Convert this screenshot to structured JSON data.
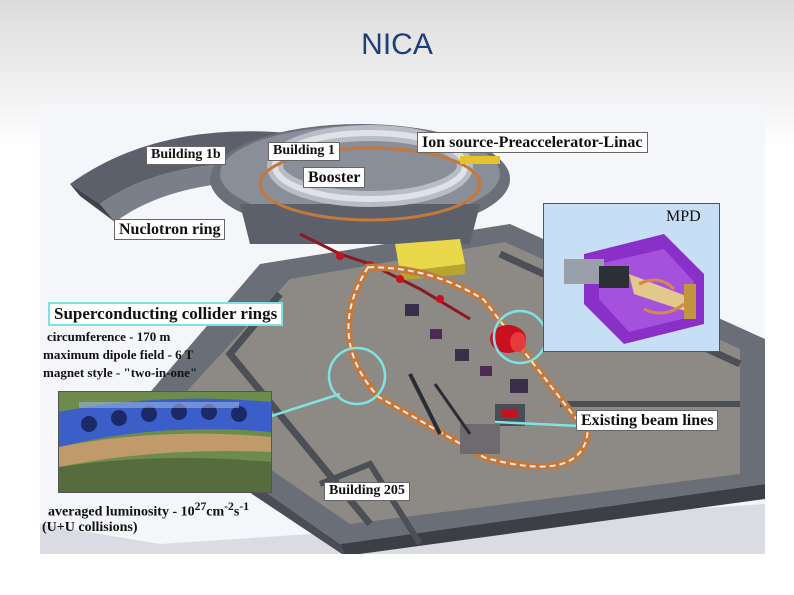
{
  "title": "NICA",
  "labels": {
    "building_1b": "Building 1b",
    "building_1": "Building 1",
    "booster": "Booster",
    "ion_source": "Ion source-Preaccelerator-Linac",
    "nuclotron": "Nuclotron  ring",
    "mpd": "MPD",
    "collider": "Superconducting collider rings",
    "existing_beam_lines": "Existing beam lines",
    "building_205": "Building 205"
  },
  "specs": {
    "circumference": "circumference  - 170 m",
    "dipole_field": "maximum dipole field   - 6 T",
    "magnet_style": "magnet style - \"two-in-one\""
  },
  "luminosity": {
    "prefix": "averaged luminosity - 10",
    "exp1": "27",
    "unit1": "cm",
    "exp2": "-2",
    "unit2": "s",
    "exp3": "-1",
    "collisions": "(U+U collisions)"
  },
  "colors": {
    "title": "#1f3f7a",
    "callout_line": "#7fe3e3",
    "magnet_red": "#c8101e",
    "ring_orange": "#c4793a",
    "mpd_purple": "#8b2fc9",
    "wall_gray": "#5a5d66"
  }
}
